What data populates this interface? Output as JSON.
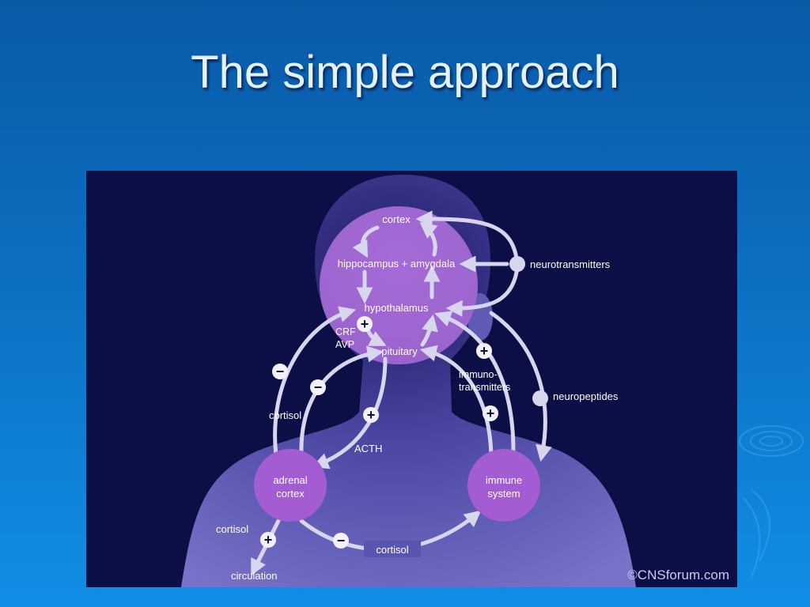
{
  "slide": {
    "title": "The simple approach"
  },
  "diagram": {
    "nodes": {
      "cortex": "cortex",
      "hippocampus_amygdala": "hippocampus + amygdala",
      "hypothalamus": "hypothalamus",
      "pituitary": "pituitary",
      "adrenal_cortex_line1": "adrenal",
      "adrenal_cortex_line2": "cortex",
      "immune_system_line1": "immune",
      "immune_system_line2": "system"
    },
    "labels": {
      "neurotransmitters": "neurotransmitters",
      "neuropeptides": "neuropeptides",
      "crf": "CRF",
      "avp": "AVP",
      "immuno_line1": "immuno-",
      "immuno_line2": "transmitters",
      "cortisol_left": "cortisol",
      "acth": "ACTH",
      "cortisol_lower_left": "cortisol",
      "circulation": "circulation",
      "cortisol_bottom": "cortisol"
    },
    "signs": {
      "plus": "+",
      "minus": "−"
    },
    "credit": "©CNSforum.com",
    "colors": {
      "background": "#0b0f45",
      "silhouette": "#6e68c0",
      "brain": "#a06ad0",
      "node": "#a35cd2",
      "arrow": "#d8d6ee",
      "slide_bg": "#0c6fc0",
      "title": "#e6f3ff"
    }
  }
}
